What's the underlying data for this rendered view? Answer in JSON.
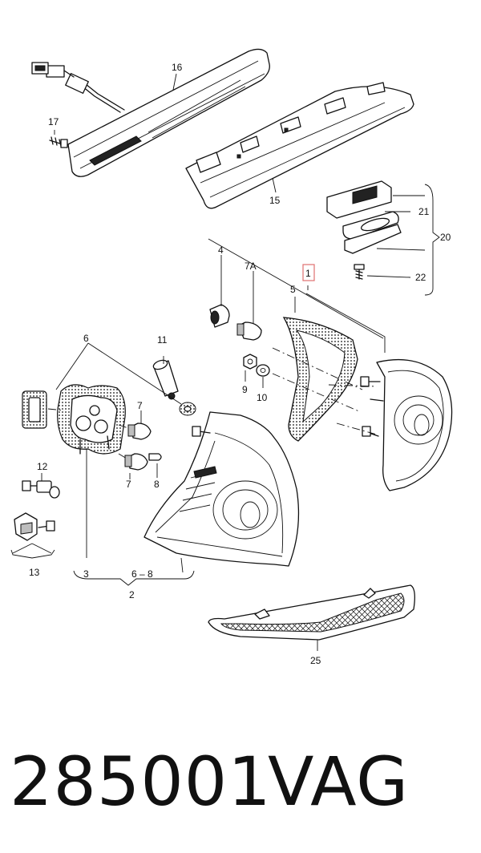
{
  "callouts": {
    "c16": "16",
    "c17": "17",
    "c15": "15",
    "c20": "20",
    "c21": "21",
    "c22": "22",
    "c1": "1",
    "c4": "4",
    "c7A": "7A",
    "c5": "5",
    "c6": "6",
    "c11": "11",
    "c9": "9",
    "c10": "10",
    "c7a": "7",
    "c7b": "7",
    "c8": "8",
    "c12": "12",
    "c13": "13",
    "c3": "3",
    "c6_8": "6 – 8",
    "c2": "2",
    "c25": "25"
  },
  "footer": {
    "part_number": "285001",
    "brand": "VAG"
  },
  "colors": {
    "line": "#111111",
    "highlight_box": "#e07070",
    "background": "#ffffff"
  }
}
